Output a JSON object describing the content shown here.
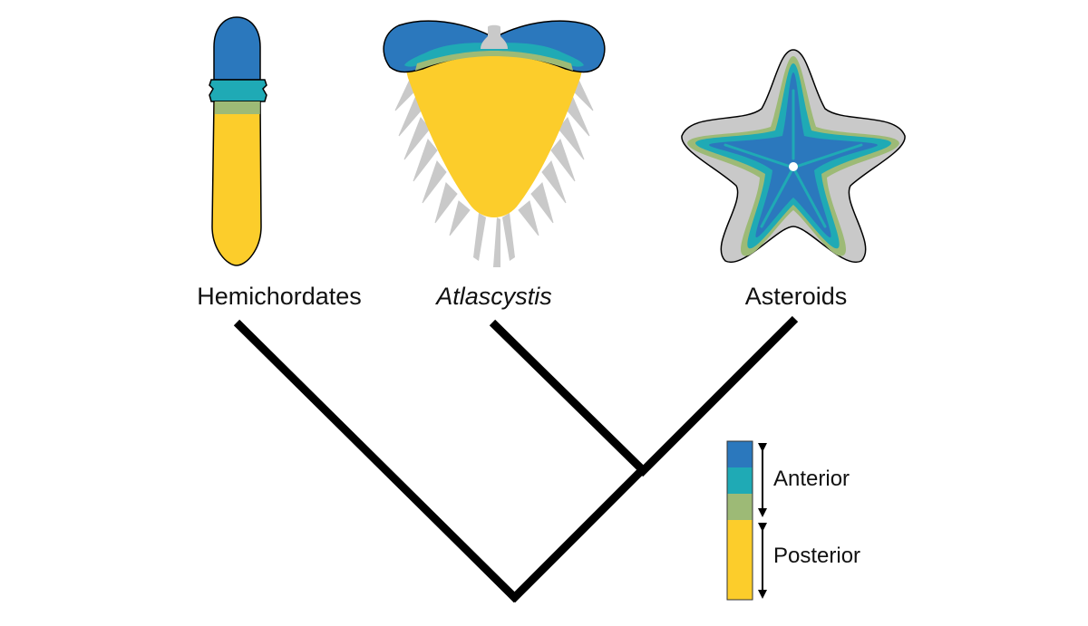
{
  "taxa": [
    {
      "name": "Hemichordates",
      "italic": false
    },
    {
      "name": "Atlascystis",
      "italic": true
    },
    {
      "name": "Asteroids",
      "italic": false
    }
  ],
  "legend": {
    "anterior_label": "Anterior",
    "posterior_label": "Posterior"
  },
  "colors": {
    "dark_blue": "#2b78bd",
    "teal": "#1faab5",
    "olive_green": "#9dba76",
    "yellow": "#fccd2b",
    "gray": "#c9c9c9",
    "line": "#000000"
  }
}
